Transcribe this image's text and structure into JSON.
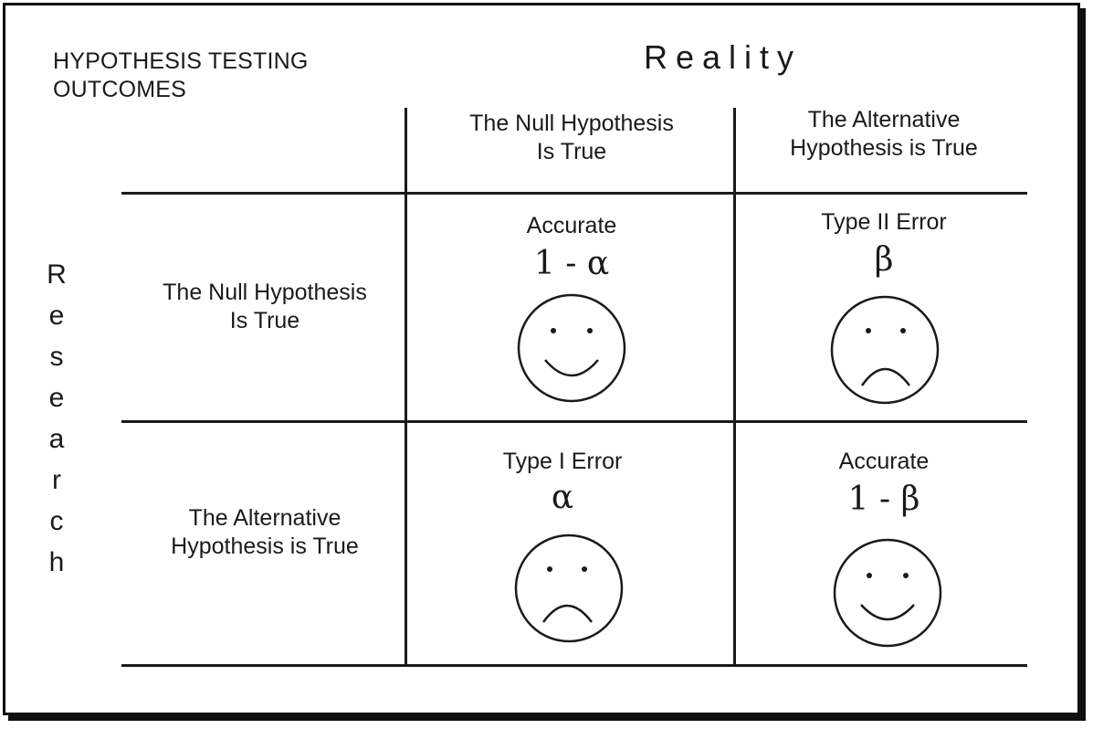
{
  "title": [
    "HYPOTHESIS TESTING",
    "OUTCOMES"
  ],
  "column_axis_label": "Reality",
  "row_axis_label": "Research",
  "columns": [
    [
      "The Null Hypothesis",
      "Is True"
    ],
    [
      "The Alternative",
      "Hypothesis is True"
    ]
  ],
  "rows": [
    [
      "The Null Hypothesis",
      "Is True"
    ],
    [
      "The Alternative",
      "Hypothesis is True"
    ]
  ],
  "cells": [
    {
      "label": "Accurate",
      "symbol": "1 - α",
      "face": "smile"
    },
    {
      "label": "Type II Error",
      "symbol": "β",
      "face": "frown"
    },
    {
      "label": "Type I Error",
      "symbol": "α",
      "face": "frown"
    },
    {
      "label": "Accurate",
      "symbol": "1 - β",
      "face": "smile"
    }
  ]
}
